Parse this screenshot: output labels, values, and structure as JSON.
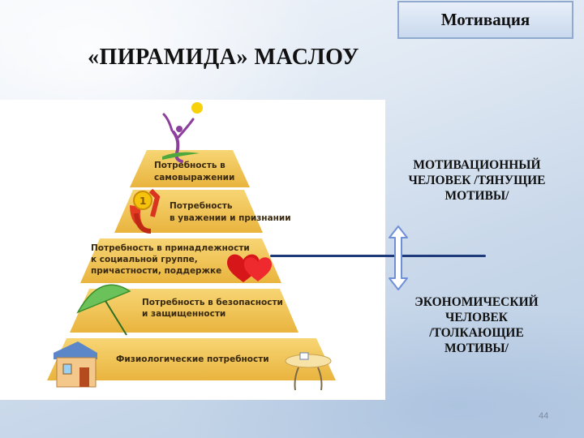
{
  "header": {
    "badge": "Мотивация",
    "title": "«ПИРАМИДА» МАСЛОУ"
  },
  "pyramid": {
    "levels": [
      [
        "Потребность в",
        "самовыражении"
      ],
      [
        "Потребность",
        "в уважении и признании"
      ],
      [
        "Потребность в принадлежности",
        "к социальной группе,",
        "причастности, поддержке"
      ],
      [
        "Потребность в безопасности",
        "и защищенности"
      ],
      [
        "Физиологические потребности"
      ]
    ],
    "colors": {
      "level": "#f3c453",
      "level_dark": "#d9a230",
      "shadow": "#fdebb8"
    }
  },
  "side_labels": {
    "upper": [
      "МОТИВАЦИОННЫЙ",
      "ЧЕЛОВЕК /ТЯНУЩИЕ",
      "МОТИВЫ/"
    ],
    "lower": [
      "ЭКОНОМИЧЕСКИЙ",
      "ЧЕЛОВЕК",
      "/ТОЛКАЮЩИЕ",
      "МОТИВЫ/"
    ]
  },
  "divider_color": "#1f3a7a",
  "arrow_color": "#6f8fd6",
  "page_number": "44"
}
